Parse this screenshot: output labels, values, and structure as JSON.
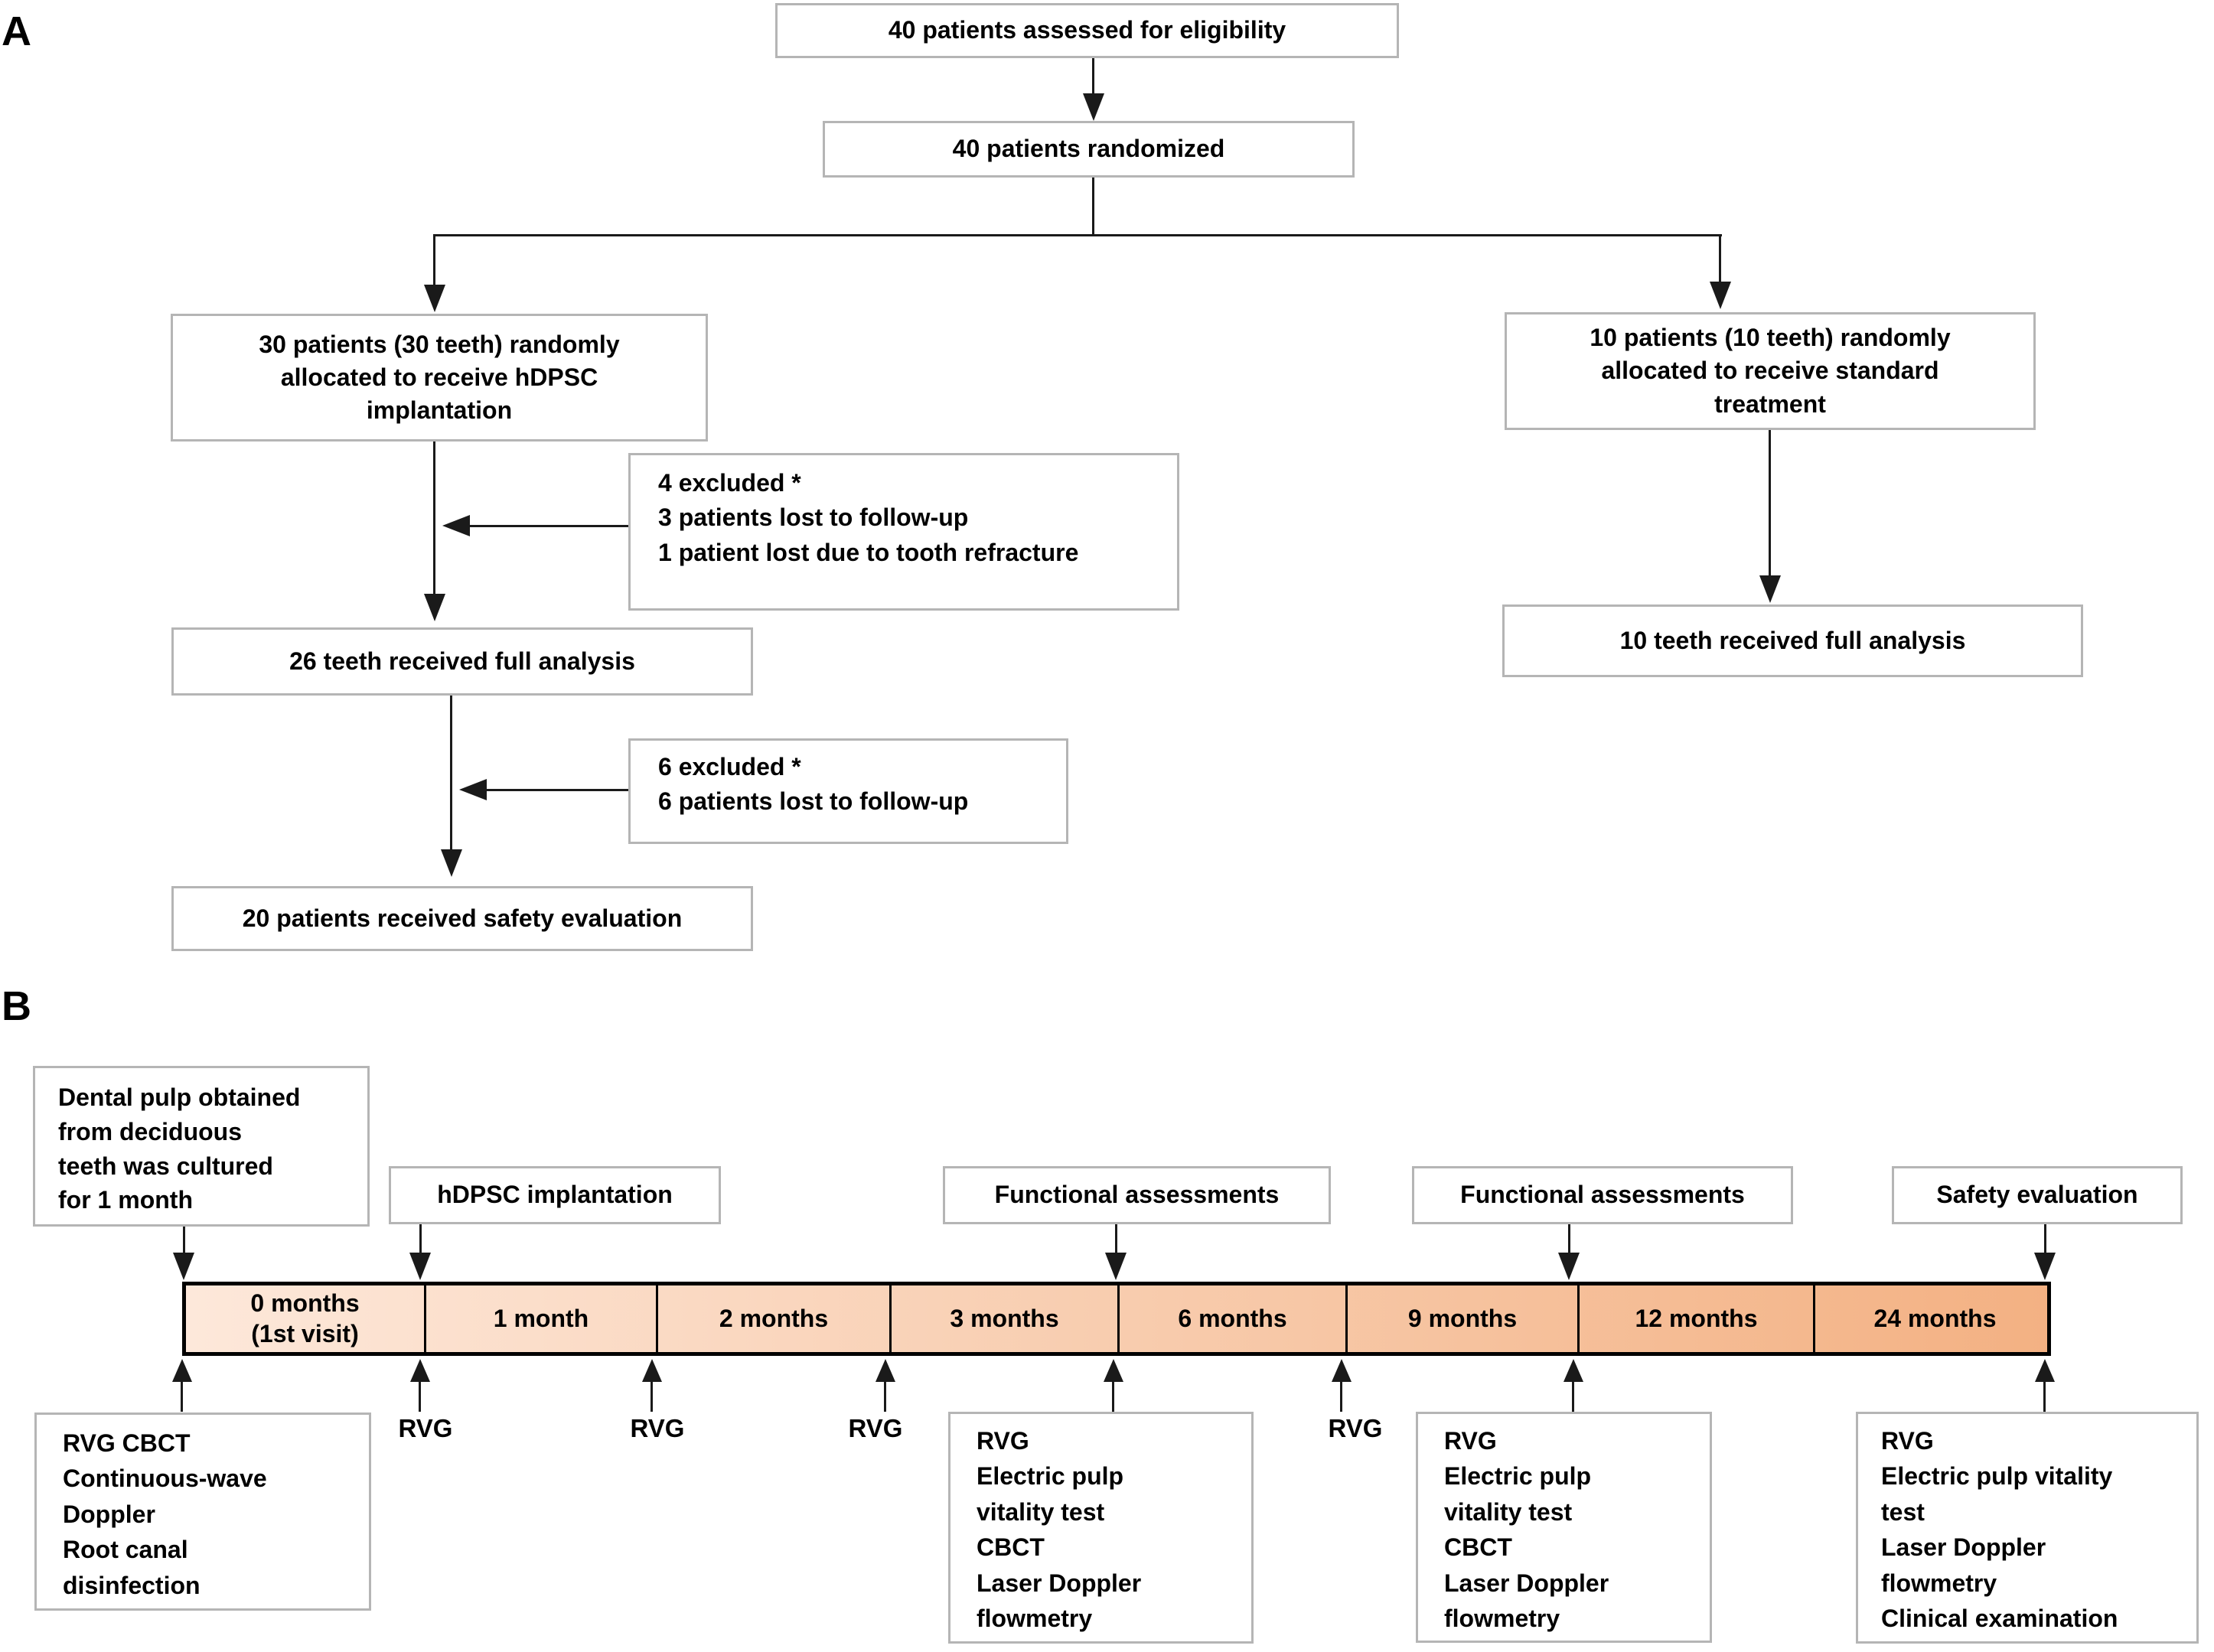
{
  "figure": {
    "panel_a": {
      "label": "A",
      "assessed": "40 patients assessed for eligibility",
      "randomized": "40 patients randomized",
      "hdpsc_arm": [
        "30 patients (30 teeth) randomly",
        "allocated to receive hDPSC",
        "implantation"
      ],
      "standard_arm": [
        "10 patients (10 teeth) randomly",
        "allocated to receive standard",
        "treatment"
      ],
      "excluded_1": [
        "4 excluded *",
        "3 patients lost to follow-up",
        "1 patient lost due to tooth refracture"
      ],
      "full_analysis_hdpsc": "26 teeth received full analysis",
      "excluded_2": [
        "6 excluded *",
        "6 patients  lost to follow-up"
      ],
      "safety_evaluation": "20 patients received  safety evaluation",
      "full_analysis_standard": "10 teeth received full analysis"
    },
    "panel_b": {
      "label": "B",
      "dental_pulp_box": [
        "Dental pulp obtained",
        "from deciduous",
        "teeth was cultured",
        "for 1 month"
      ],
      "hdpsc_implantation": "hDPSC implantation",
      "functional_assessments_1": "Functional assessments",
      "functional_assessments_2": "Functional assessments",
      "safety_evaluation": "Safety evaluation",
      "timeline": {
        "segments": [
          {
            "lines": [
              "0 months",
              "(1st visit)"
            ]
          },
          {
            "lines": [
              "1 month"
            ]
          },
          {
            "lines": [
              "2 months"
            ]
          },
          {
            "lines": [
              "3 months"
            ]
          },
          {
            "lines": [
              "6 months"
            ]
          },
          {
            "lines": [
              "9 months"
            ]
          },
          {
            "lines": [
              "12 months"
            ]
          },
          {
            "lines": [
              "24 months"
            ]
          }
        ]
      },
      "rvg_labels": [
        "RVG",
        "RVG",
        "RVG",
        "RVG"
      ],
      "baseline_box": [
        "RVG  CBCT",
        "Continuous-wave",
        "Doppler",
        "Root canal",
        "disinfection"
      ],
      "followup_box_1": [
        "RVG",
        "Electric pulp",
        "vitality test",
        "CBCT",
        "Laser Doppler",
        "flowmetry"
      ],
      "followup_box_2": [
        "RVG",
        "Electric pulp",
        "vitality test",
        "CBCT",
        "Laser Doppler",
        "flowmetry"
      ],
      "final_box": [
        "RVG",
        "Electric pulp vitality",
        "test",
        "Laser Doppler",
        "flowmetry",
        "Clinical examination"
      ]
    },
    "colors": {
      "timeline_gradient_start": "#fde8da",
      "timeline_gradient_end": "#f3b183",
      "box_border": "#b5b5b5",
      "line": "#1a1a1a",
      "text": "#000000",
      "background": "#ffffff"
    }
  }
}
